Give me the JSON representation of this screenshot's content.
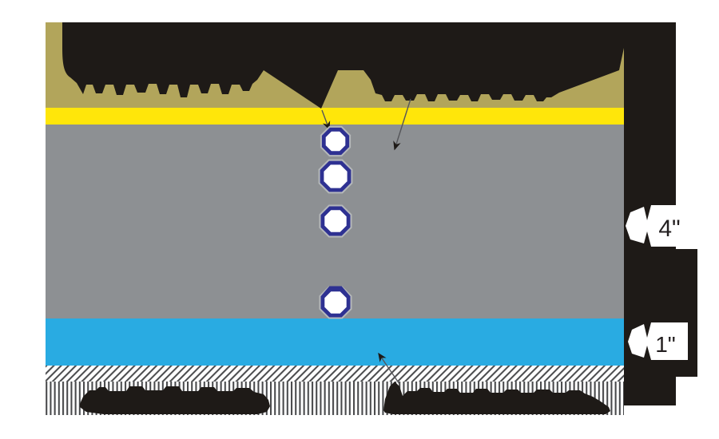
{
  "figure": {
    "kind": "layered cross-section diagram with redacted (solid black) labels",
    "dimension_tags": {
      "base_depth": "4\"",
      "bedding_depth": "1\""
    },
    "colors": {
      "surface_layer": "#b2a55b",
      "membrane_layer": "#ffe60a",
      "base_layer": "#8d9093",
      "bedding_layer": "#29abe2",
      "marker_outline": "#2e3192",
      "marker_halo": "#b5b8ba",
      "ink": "#1e1a17",
      "hatch_line": "#4c4d4f",
      "dim_text": "#231f20"
    }
  }
}
